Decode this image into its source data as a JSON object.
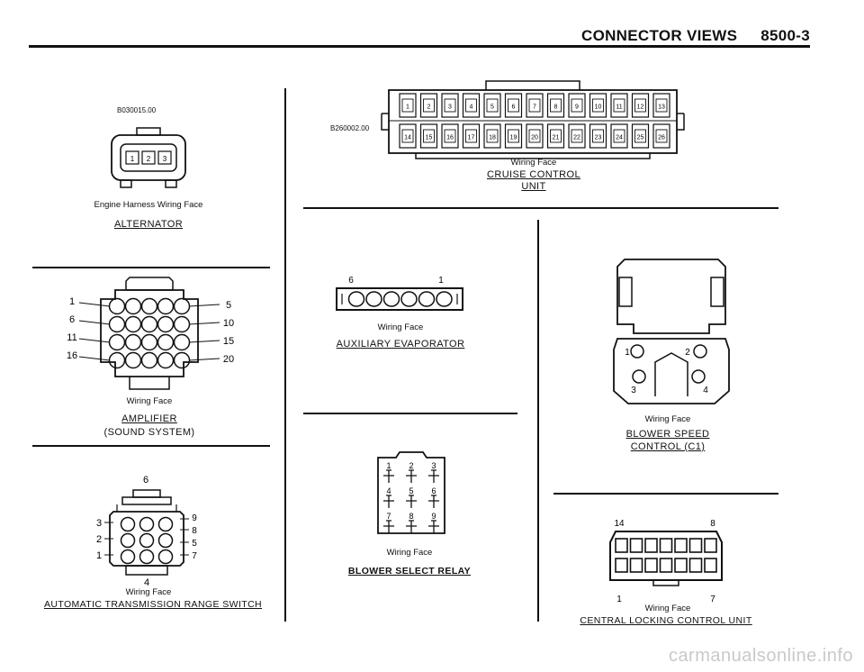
{
  "header": {
    "section": "CONNECTOR VIEWS",
    "page": "8500-3"
  },
  "wiring_face": "Wiring Face",
  "alternator": {
    "code": "B030015.00",
    "caption": "Engine Harness Wiring Face",
    "title": "ALTERNATOR",
    "pins": [
      "1",
      "2",
      "3"
    ]
  },
  "cruise": {
    "code": "B260002.00",
    "title_line1": "CRUISE CONTROL",
    "title_line2": "UNIT",
    "top_pins": [
      "1",
      "2",
      "3",
      "4",
      "5",
      "6",
      "7",
      "8",
      "9",
      "10",
      "11",
      "12",
      "13"
    ],
    "bottom_pins": [
      "14",
      "15",
      "16",
      "17",
      "18",
      "19",
      "20",
      "21",
      "22",
      "23",
      "24",
      "25",
      "26"
    ]
  },
  "amplifier": {
    "title": "AMPLIFIER",
    "subtitle": "(SOUND SYSTEM)",
    "left_labels": [
      "1",
      "6",
      "11",
      "16"
    ],
    "right_labels": [
      "5",
      "10",
      "15",
      "20"
    ]
  },
  "auxiliary": {
    "title": "AUXILIARY EVAPORATOR",
    "left_label": "6",
    "right_label": "1"
  },
  "blower_speed": {
    "title_line1": "BLOWER SPEED",
    "title_line2": "CONTROL (C1)",
    "pins": [
      "1",
      "2",
      "3",
      "4"
    ]
  },
  "trans_switch": {
    "title": "AUTOMATIC TRANSMISSION RANGE SWITCH",
    "top_label": "6",
    "bottom_label": "4",
    "left_labels": [
      "3",
      "2",
      "1"
    ],
    "right_labels": [
      "9",
      "8",
      "5",
      "7"
    ]
  },
  "blower_relay": {
    "title": "BLOWER SELECT RELAY",
    "pins": [
      "1",
      "2",
      "3",
      "4",
      "5",
      "6",
      "7",
      "8",
      "9"
    ]
  },
  "central_locking": {
    "title": "CENTRAL LOCKING CONTROL UNIT",
    "tl": "14",
    "tr": "8",
    "bl": "1",
    "br": "7"
  },
  "watermark": "carmanualsonline.info"
}
